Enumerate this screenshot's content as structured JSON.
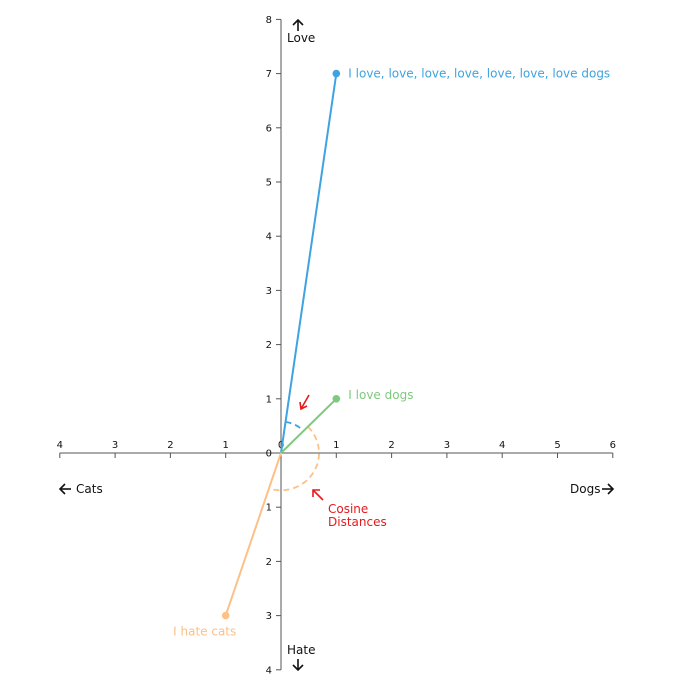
{
  "chart_data": {
    "type": "line",
    "xlim": [
      -4,
      6
    ],
    "ylim": [
      -4,
      8
    ],
    "x_ticks": [
      "4",
      "3",
      "2",
      "1",
      "0",
      "1",
      "2",
      "3",
      "4",
      "5",
      "6"
    ],
    "y_ticks": [
      "8",
      "7",
      "6",
      "5",
      "4",
      "3",
      "2",
      "1",
      "0",
      "1",
      "2",
      "3",
      "4"
    ],
    "x_tick_values": [
      -4,
      -3,
      -2,
      -1,
      0,
      1,
      2,
      3,
      4,
      5,
      6
    ],
    "y_tick_values": [
      8,
      7,
      6,
      5,
      4,
      3,
      2,
      1,
      0,
      -1,
      -2,
      -3,
      -4
    ],
    "axis_labels": {
      "up": "Love",
      "down": "Hate",
      "left": "Cats",
      "right": "Dogs"
    },
    "vectors": [
      {
        "label": "I love, love, love, love, love, love, love dogs",
        "x": 1,
        "y": 7,
        "color": "#3ea3e0"
      },
      {
        "label": "I love dogs",
        "x": 1,
        "y": 1,
        "color": "#7fc97f"
      },
      {
        "label": "I hate cats",
        "x": -1,
        "y": -3,
        "color": "#fdc086"
      }
    ],
    "annotation": {
      "line1": "Cosine",
      "line2": "Distances",
      "color": "#e41a1c"
    }
  }
}
